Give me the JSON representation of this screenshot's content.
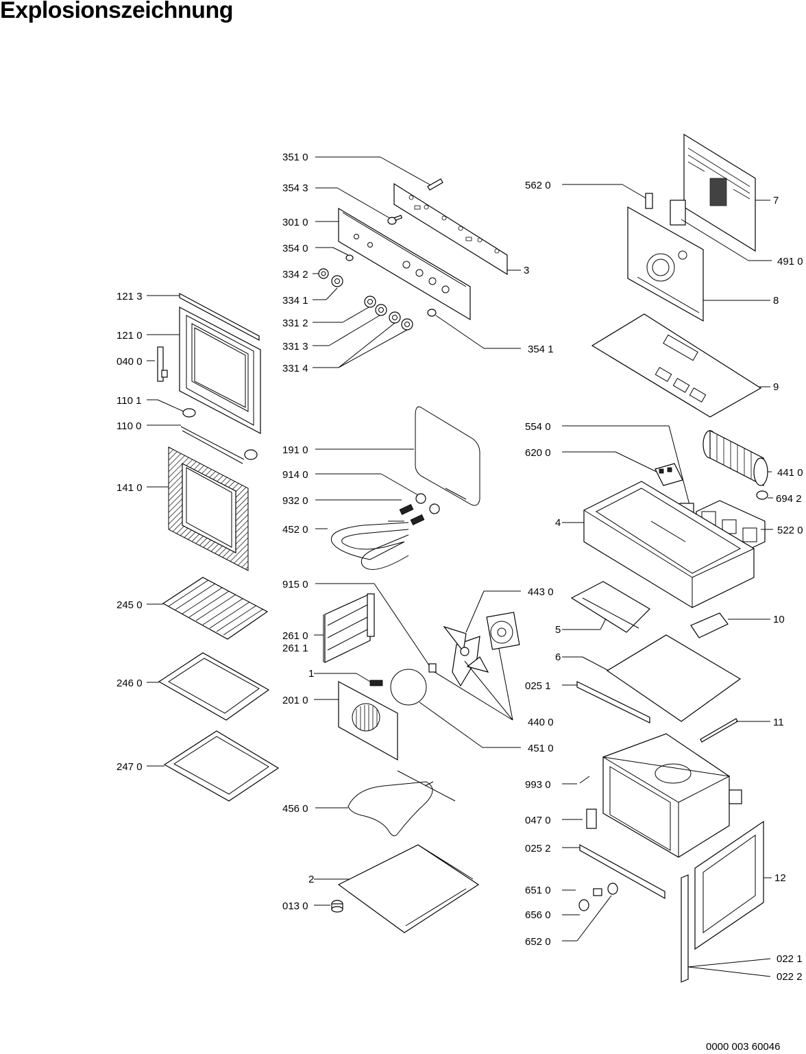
{
  "title": "Explosionszeichnung",
  "document_number": "0000 003 60046",
  "labels": {
    "p3510": "351 0",
    "p3543": "354 3",
    "p3010": "301 0",
    "p3540": "354 0",
    "p3342": "334 2",
    "p3341": "334 1",
    "p3312": "331 2",
    "p3313": "331 3",
    "p3314": "331 4",
    "p3541": "354 1",
    "p3": "3",
    "p1213": "121 3",
    "p1210": "121 0",
    "p0400": "040 0",
    "p1101": "110 1",
    "p1100": "110 0",
    "p1410": "141 0",
    "p2450": "245 0",
    "p2460": "246 0",
    "p2470": "247 0",
    "p1910": "191 0",
    "p9140": "914 0",
    "p9320": "932 0",
    "p4520": "452 0",
    "p9150": "915 0",
    "p2610": "261 0",
    "p2611": "261 1",
    "p1": "1",
    "p2010": "201 0",
    "p4560": "456 0",
    "p2": "2",
    "p0130": "013 0",
    "p5620": "562 0",
    "p7": "7",
    "p4910": "491 0",
    "p8": "8",
    "p9": "9",
    "p5540": "554 0",
    "p6200": "620 0",
    "p4410": "441 0",
    "p6942": "694 2",
    "p4": "4",
    "p5220": "522 0",
    "p4430": "443 0",
    "p5": "5",
    "p10": "10",
    "p6": "6",
    "p0251": "025 1",
    "p4400": "440 0",
    "p4510": "451 0",
    "p11": "11",
    "p9930": "993 0",
    "p0470": "047 0",
    "p0252": "025 2",
    "p12": "12",
    "p6510": "651 0",
    "p6560": "656 0",
    "p6520": "652 0",
    "p0221": "022 1",
    "p0222": "022 2"
  }
}
